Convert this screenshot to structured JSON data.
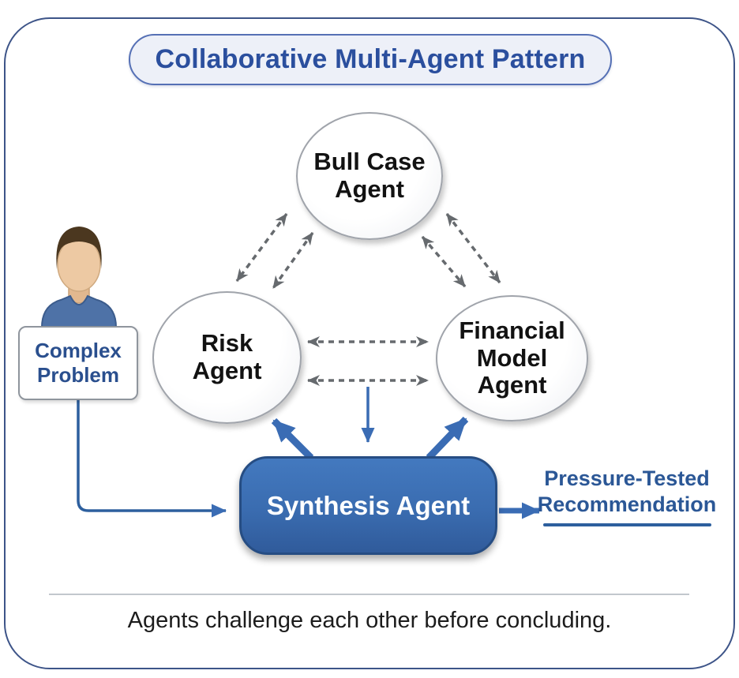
{
  "title": {
    "label": "Collaborative Multi-Agent Pattern"
  },
  "agents": {
    "bull_case": {
      "lines": [
        "Bull Case",
        "Agent"
      ]
    },
    "risk": {
      "lines": [
        "Risk",
        "Agent"
      ]
    },
    "financial_model": {
      "lines": [
        "Financial",
        "Model",
        "Agent"
      ]
    }
  },
  "input": {
    "icon": "user-icon",
    "box_lines": [
      "Complex",
      "Problem"
    ]
  },
  "synthesis": {
    "label": "Synthesis Agent"
  },
  "output": {
    "lines": [
      "Pressure-Tested",
      "Recommendation"
    ]
  },
  "caption": "Agents challenge each other before concluding.",
  "colors": {
    "accent_blue": "#3a6cb4",
    "dark_blue_text": "#2b4f9e",
    "frame_border": "#3d5488",
    "arrow_gray": "#666a6e",
    "synthesis_fill": "#3a6cb0",
    "skin": "#edc9a3",
    "hair": "#4b371f",
    "shirt": "#4e72a7"
  }
}
